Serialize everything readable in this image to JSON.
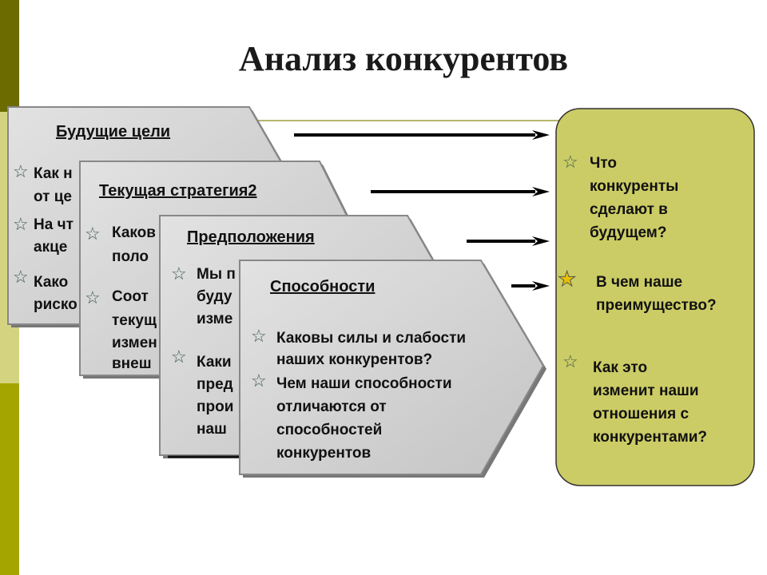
{
  "title": "Анализ конкурентов",
  "colors": {
    "strip_dark": "#6b6b00",
    "strip_mid": "#a5a500",
    "strip_light": "#d4d480",
    "card_fill": "#d0d0d0",
    "card_shadow": "#777777",
    "right_panel": "#cccc66",
    "arrow": "#000000",
    "star_outline": "#3f5f4f",
    "star_gold": "#e8c000"
  },
  "cards": [
    {
      "title": "Будущие цели",
      "items": [
        "Как н",
        "от це",
        "На чт",
        "акце",
        "Како",
        "риско"
      ]
    },
    {
      "title": "Текущая стратегия2",
      "items": [
        "Каков",
        "поло",
        "Соот",
        "текущ",
        "измен",
        "внеш"
      ]
    },
    {
      "title": "Предположения",
      "items": [
        "Мы п",
        "буду",
        "изме",
        "Каки",
        "пред",
        "прои",
        "наш"
      ]
    },
    {
      "title": "Способности",
      "items": [
        "Каковы силы и слабости",
        "наших конкурентов?",
        "Чем наши способности",
        "отличаются от",
        "способностей",
        "конкурентов"
      ]
    }
  ],
  "right_panel": {
    "questions": [
      [
        "Что",
        "конкуренты",
        "сделают в",
        "будущем?"
      ],
      [
        "В чем наше",
        "преимущество?"
      ],
      [
        "Как это",
        "изменит наши",
        "отношения с",
        "конкурентами?"
      ]
    ]
  },
  "icons": {
    "bullet": "star-outline-icon",
    "highlight": "star-gold-icon"
  }
}
